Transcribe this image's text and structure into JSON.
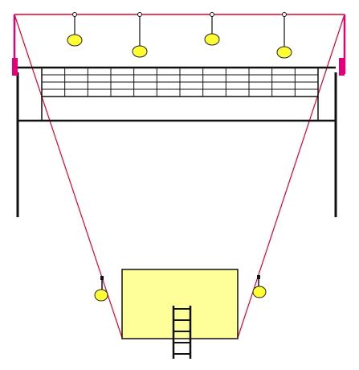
{
  "diagram": {
    "description_visible_text": "",
    "colors": {
      "background": "#ffffff",
      "cable": "#e0002a",
      "bracket": "#e0007a",
      "structure": "#111111",
      "lamp_fill": "#ffff33",
      "lamp_stroke": "#222222",
      "panel_fill": "#ffff99",
      "panel_stroke": "#111111"
    },
    "net": {
      "columns": 12,
      "rows": 4
    },
    "hanging_lamps": {
      "count": 4
    },
    "side_lamps": {
      "count": 2
    },
    "ladder": {
      "rungs": 5
    }
  }
}
